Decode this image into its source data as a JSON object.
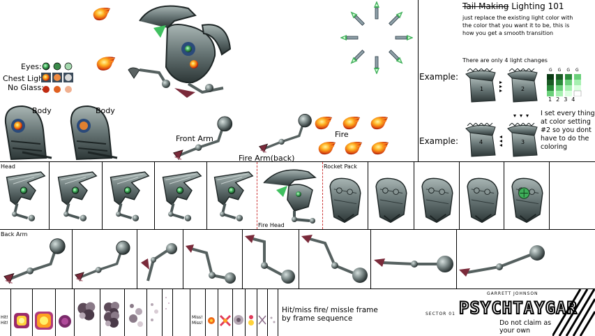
{
  "sections": {
    "top_left": {
      "eyes_label": "Eyes:",
      "chest_light_label": "Chest Light:",
      "no_glass_label": "No Glass:",
      "body_label_1": "Body",
      "body_label_2": "Body",
      "front_arm_label": "Front Arm",
      "fire_arm_back_label": "Fire Arm(back)",
      "fire_label": "Fire"
    },
    "lighting": {
      "title_strike": "Tail Making",
      "title": "Lighting 101",
      "desc": "just replace the existing light color with the color that you want it to be, this is how you get a smooth transition",
      "note": "There are only 4 light changes",
      "example_1": "Example:",
      "example_2": "Example:",
      "frame_1": "1",
      "frame_2": "2",
      "frame_3": "3",
      "frame_4": "4",
      "swatch_letters": [
        "G",
        "G",
        "G",
        "G"
      ],
      "swatch_numbers": [
        "1",
        "2",
        "3",
        "4"
      ],
      "info": "I set every thing at color setting #2 so you dont have to do the coloring"
    },
    "head_row": {
      "head_label": "Head",
      "fire_head_label": "Fire Head",
      "rocket_pack_label": "Rocket Pack"
    },
    "back_arm_row": {
      "back_arm_label": "Back Arm"
    },
    "bottom": {
      "hit1": "Hit!",
      "hit2": "Hit!",
      "miss1": "Miss!",
      "miss2": "Miss!",
      "hitmiss_text": "Hit/miss fire/ missle frame by frame sequence",
      "credit_small": "GARRETT JOHNSON",
      "sector": "SECTOR 01",
      "logo": "PSYCHTAYGAR",
      "disclaimer": "Do not claim as your own"
    }
  },
  "colors": {
    "metal": "#6b7878",
    "metal_dark": "#2f3a3a",
    "metal_light": "#b8c4c2",
    "eye_green": "#3fae5a",
    "fire_orange": "#f06a18",
    "fire_yellow": "#ffd23a",
    "fire_red": "#c42a10",
    "claw_red": "#7a2a3a",
    "divider_red": "#cc3333"
  }
}
